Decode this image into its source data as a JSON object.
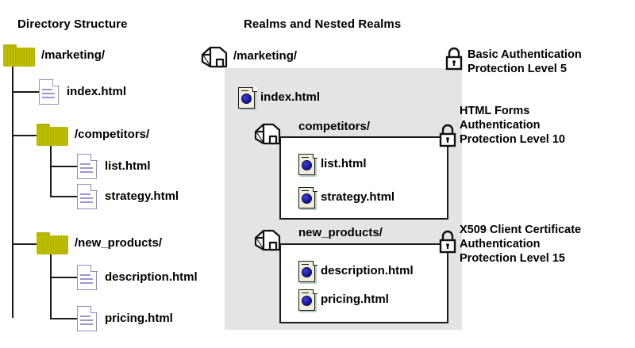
{
  "diagram": {
    "type": "directory-and-realm-mapping",
    "panels": {
      "left_title": "Directory Structure",
      "right_title": "Realms and Nested Realms"
    }
  },
  "directory_tree": {
    "root": {
      "label": "/marketing/",
      "icon": "folder-icon"
    },
    "nodes": [
      {
        "label": "index.html",
        "icon": "document-icon",
        "depth": 1,
        "kind": "file"
      },
      {
        "label": "/competitors/",
        "icon": "folder-icon",
        "depth": 1,
        "kind": "folder"
      },
      {
        "label": "list.html",
        "icon": "document-icon",
        "depth": 2,
        "kind": "file"
      },
      {
        "label": "strategy.html",
        "icon": "document-icon",
        "depth": 2,
        "kind": "file"
      },
      {
        "label": "/new_products/",
        "icon": "folder-icon",
        "depth": 1,
        "kind": "folder"
      },
      {
        "label": "description.html",
        "icon": "document-icon",
        "depth": 2,
        "kind": "file"
      },
      {
        "label": "pricing.html",
        "icon": "document-icon",
        "depth": 2,
        "kind": "file"
      }
    ]
  },
  "realms": {
    "root_realm": {
      "label": "/marketing/",
      "icon": "realm-house-icon",
      "files": [
        {
          "label": "index.html",
          "icon": "html-document-icon"
        }
      ],
      "security": {
        "lock_icon": "padlock-icon",
        "lines": [
          "Basic Authentication",
          "Protection Level 5"
        ],
        "text": "Basic Authentication\nProtection Level 5",
        "method": "Basic Authentication",
        "protection_level": 5
      }
    },
    "nested": [
      {
        "label": "competitors/",
        "icon": "realm-house-icon",
        "files": [
          {
            "label": "list.html",
            "icon": "html-document-icon"
          },
          {
            "label": "strategy.html",
            "icon": "html-document-icon"
          }
        ],
        "security": {
          "lock_icon": "padlock-icon",
          "lines": [
            "HTML Forms",
            "Authentication",
            "Protection Level 10"
          ],
          "text": "HTML Forms\nAuthentication\nProtection Level 10",
          "method": "HTML Forms Authentication",
          "protection_level": 10
        }
      },
      {
        "label": "new_products/",
        "icon": "realm-house-icon",
        "files": [
          {
            "label": "description.html",
            "icon": "html-document-icon"
          },
          {
            "label": "pricing.html",
            "icon": "html-document-icon"
          }
        ],
        "security": {
          "lock_icon": "padlock-icon",
          "lines": [
            "X509 Client Certificate",
            "Authentication",
            "Protection Level 15"
          ],
          "text": "X509 Client Certificate\nAuthentication\nProtection Level 15",
          "method": "X509 Client Certificate Authentication",
          "protection_level": 15
        }
      }
    ]
  },
  "colors": {
    "folder": "#b8b800",
    "document_outline": "#8f8fc8",
    "panel_background": "#e4e4e4",
    "globe": "#1b1b9e",
    "page": "#f2eedc",
    "stroke": "#1a1a1a",
    "text": "#000000"
  }
}
